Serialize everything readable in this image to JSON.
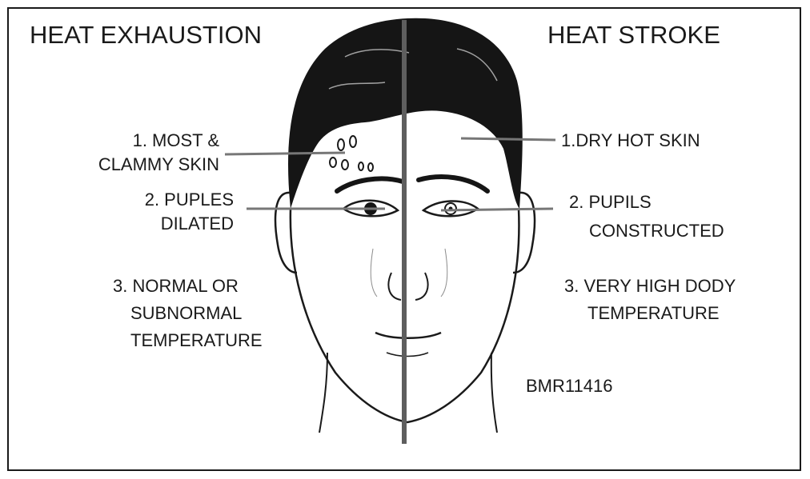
{
  "left_heading": "HEAT EXHAUSTION",
  "right_heading": "HEAT STROKE",
  "left_labels": [
    {
      "lines": [
        "1. MOST &",
        "CLAMMY SKIN"
      ]
    },
    {
      "lines": [
        "2. PUPLES",
        "DILATED"
      ]
    },
    {
      "lines": [
        "3. NORMAL OR",
        "SUBNORMAL",
        "TEMPERATURE"
      ]
    }
  ],
  "right_labels": [
    {
      "lines": [
        "1.DRY HOT SKIN"
      ]
    },
    {
      "lines": [
        "2. PUPILS",
        "CONSTRUCTED"
      ]
    },
    {
      "lines": [
        "3. VERY HIGH DODY",
        "TEMPERATURE"
      ]
    }
  ],
  "figure_code": "BMR11416",
  "colors": {
    "ink": "#1a1a1a",
    "hair": "#151515",
    "divider": "#5e5e5e",
    "leader": "#777777"
  }
}
